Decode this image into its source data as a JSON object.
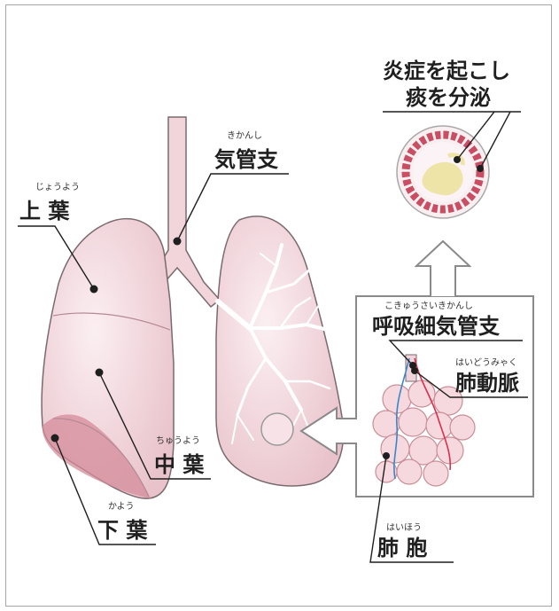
{
  "colors": {
    "lung_fill": "#f3d6dc",
    "lung_stroke": "#7a6a6e",
    "lower_lobe": "#d48b99",
    "bronchus": "#f1d5da",
    "inflamed_wall": "#c94d63",
    "mucus": "#efe4a8",
    "artery": "#d9304a",
    "vein": "#3a86c9",
    "arrow_outline": "#8a8a8a"
  },
  "labels": {
    "upper_lobe": {
      "text": "上 葉",
      "ruby": "じょうよう"
    },
    "middle_lobe": {
      "text": "中 葉",
      "ruby": "ちゅうよう"
    },
    "lower_lobe": {
      "text": "下 葉",
      "ruby": "かよう"
    },
    "bronchus": {
      "text": "気管支",
      "ruby": "きかんし"
    },
    "bronchiole": {
      "text": "呼吸細気管支",
      "ruby": "こきゅうさいきかんし"
    },
    "pulmonary_artery": {
      "text": "肺動脈",
      "ruby": "はいどうみゃく"
    },
    "alveoli": {
      "text": "肺 胞",
      "ruby": "はいほう"
    },
    "inflammation_line1": "炎症を起こし",
    "inflammation_line2": "痰を分泌"
  }
}
